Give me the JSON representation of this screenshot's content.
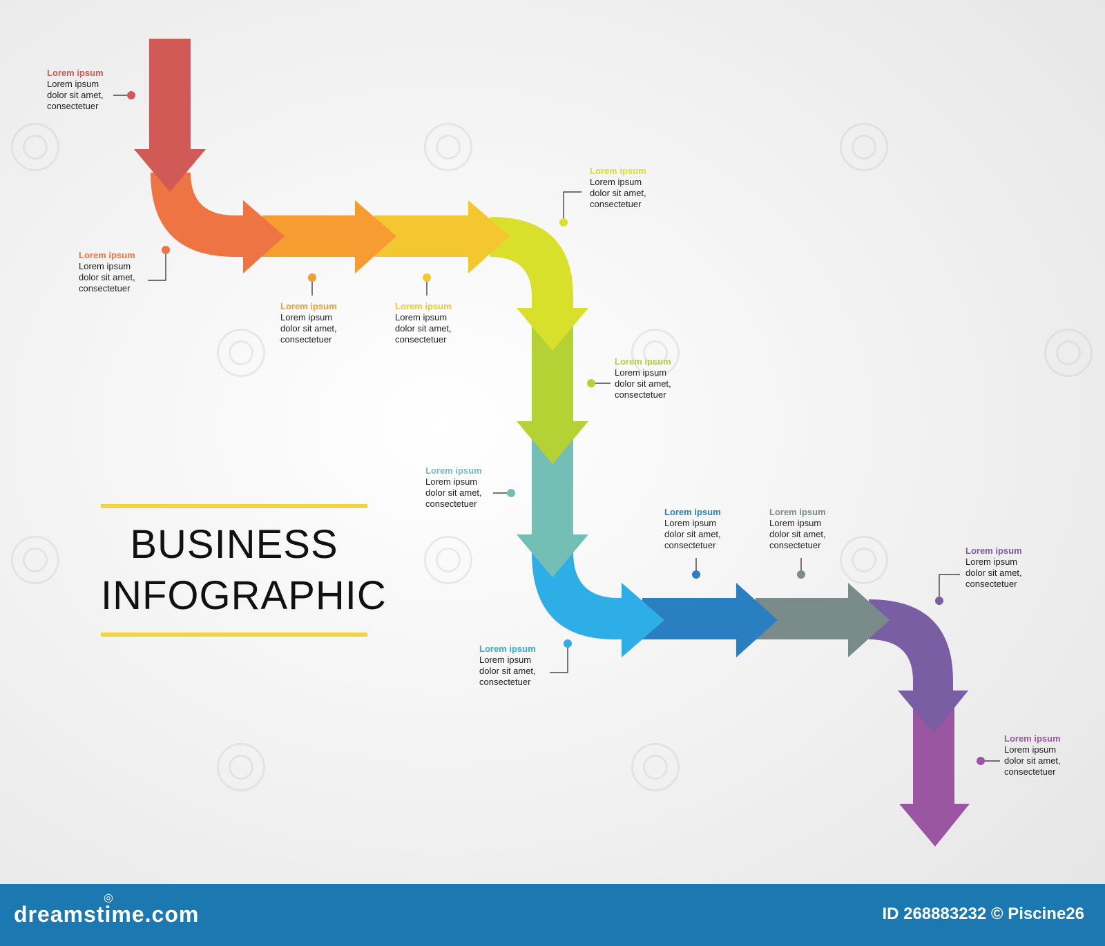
{
  "title": {
    "line1": "BUSINESS",
    "line2": "INFOGRAPHIC",
    "bar_color": "#f5d33a"
  },
  "steps": [
    {
      "heading": "Lorem ipsum",
      "text": "Lorem ipsum\ndolor sit amet,\nconsectetuer",
      "color": "#d25a56"
    },
    {
      "heading": "Lorem ipsum",
      "text": "Lorem ipsum\ndolor sit amet,\nconsectetuer",
      "color": "#ee7444"
    },
    {
      "heading": "Lorem ipsum",
      "text": "Lorem ipsum\ndolor sit amet,\nconsectetuer",
      "color": "#f79c30"
    },
    {
      "heading": "Lorem ipsum",
      "text": "Lorem ipsum\ndolor sit amet,\nconsectetuer",
      "color": "#f4c62f"
    },
    {
      "heading": "Lorem ipsum",
      "text": "Lorem ipsum\ndolor sit amet,\nconsectetuer",
      "color": "#d9e02c"
    },
    {
      "heading": "Lorem ipsum",
      "text": "Lorem ipsum\ndolor sit amet,\nconsectetuer",
      "color": "#b4d234"
    },
    {
      "heading": "Lorem ipsum",
      "text": "Lorem ipsum\ndolor sit amet,\nconsectetuer",
      "color": "#74bfb5"
    },
    {
      "heading": "Lorem ipsum",
      "text": "Lorem ipsum\ndolor sit amet,\nconsectetuer",
      "color": "#2daee6"
    },
    {
      "heading": "Lorem ipsum",
      "text": "Lorem ipsum\ndolor sit amet,\nconsectetuer",
      "color": "#2a7fc1"
    },
    {
      "heading": "Lorem ipsum",
      "text": "Lorem ipsum\ndolor sit amet,\nconsectetuer",
      "color": "#7a8c8a"
    },
    {
      "heading": "Lorem ipsum",
      "text": "Lorem ipsum\ndolor sit amet,\nconsectetuer",
      "color": "#7a5ea4"
    },
    {
      "heading": "Lorem ipsum",
      "text": "Lorem ipsum\ndolor sit amet,\nconsectetuer",
      "color": "#9b56a2"
    }
  ],
  "footer": {
    "brand": "dreamstime.com",
    "credit": "ID 268883232 © Piscine26",
    "background": "#1b78b0"
  }
}
